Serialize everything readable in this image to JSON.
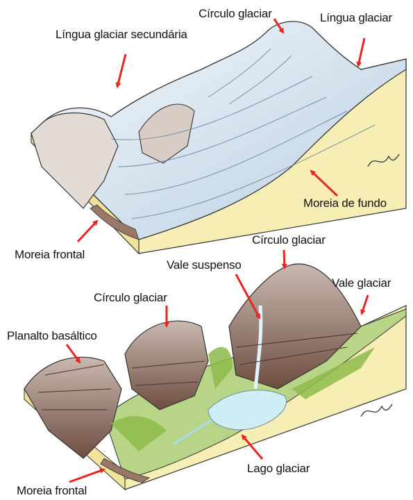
{
  "top_diagram": {
    "labels": {
      "circulo_glaciar": "Círculo glaciar",
      "lingua_glaciar": "Língua glaciar",
      "lingua_glaciar_secundaria": "Língua glaciar secundária",
      "moreia_de_fundo": "Moreia de fundo",
      "moreia_frontal": "Moreia frontal"
    }
  },
  "bottom_diagram": {
    "labels": {
      "circulo_glaciar_right": "Círculo glaciar",
      "vale_suspenso": "Vale suspenso",
      "vale_glaciar": "Vale glaciar",
      "circulo_glaciar_left": "Círculo glaciar",
      "planalto_basaltico": "Planalto basáltico",
      "lago_glaciar": "Lago glaciar",
      "moreia_frontal": "Moreia frontal"
    }
  },
  "colors": {
    "arrow": "#e8261f",
    "block_face": "#f5ecab",
    "ice": "#cfe0ee",
    "rock": "#7a5a4a",
    "vegetation": "#8dbb4a",
    "lake": "#cfeef5"
  }
}
